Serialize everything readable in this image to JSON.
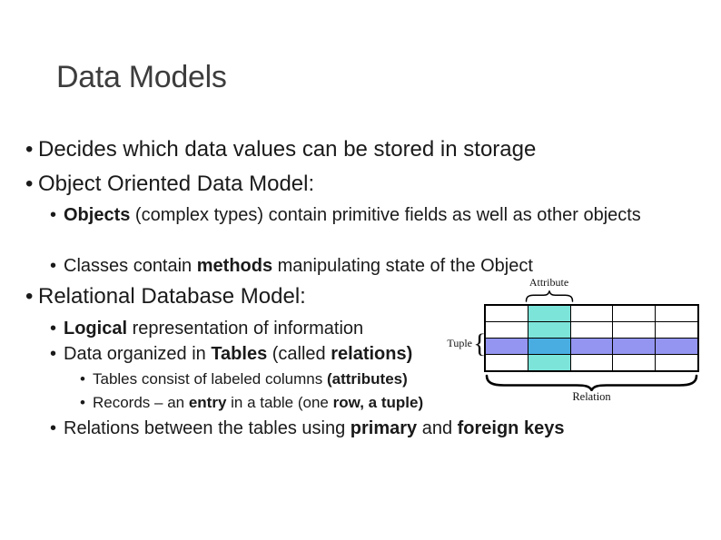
{
  "slide": {
    "title": "Data Models",
    "bullet_glyph": "•",
    "bullets": [
      {
        "level": 1,
        "runs": [
          {
            "text": "Decides which data values can be stored in storage",
            "bold": false
          }
        ]
      },
      {
        "level": 1,
        "runs": [
          {
            "text": "Object Oriented Data Model:",
            "bold": false
          }
        ]
      },
      {
        "level": 2,
        "runs": [
          {
            "text": "Objects",
            "bold": true
          },
          {
            "text": " (complex types) contain primitive fields as well as other objects",
            "bold": false
          }
        ]
      },
      {
        "level": 2,
        "runs": [
          {
            "text": "Classes contain ",
            "bold": false
          },
          {
            "text": "methods",
            "bold": true
          },
          {
            "text": " manipulating state of the Object",
            "bold": false
          }
        ]
      },
      {
        "level": 1,
        "runs": [
          {
            "text": "Relational Database Model:",
            "bold": false
          }
        ]
      },
      {
        "level": 2,
        "runs": [
          {
            "text": "Logical",
            "bold": true
          },
          {
            "text": " representation of information",
            "bold": false
          }
        ]
      },
      {
        "level": 2,
        "runs": [
          {
            "text": "Data organized in ",
            "bold": false
          },
          {
            "text": "Tables",
            "bold": true
          },
          {
            "text": " (called ",
            "bold": false
          },
          {
            "text": "relations)",
            "bold": true
          }
        ]
      },
      {
        "level": 3,
        "runs": [
          {
            "text": "Tables consist of labeled columns ",
            "bold": false
          },
          {
            "text": "(attributes)",
            "bold": true
          }
        ]
      },
      {
        "level": 3,
        "runs": [
          {
            "text": "Records – an ",
            "bold": false
          },
          {
            "text": "entry",
            "bold": true
          },
          {
            "text": " in a table (one ",
            "bold": false
          },
          {
            "text": "row, a tuple)",
            "bold": true
          }
        ]
      },
      {
        "level": 2,
        "runs": [
          {
            "text": "Relations between the tables using ",
            "bold": false
          },
          {
            "text": "primary",
            "bold": true
          },
          {
            "text": " and ",
            "bold": false
          },
          {
            "text": "foreign keys",
            "bold": true
          }
        ]
      }
    ]
  },
  "diagram": {
    "labels": {
      "attribute": "Attribute",
      "tuple": "Tuple",
      "tuple_brace": "{",
      "relation": "Relation"
    },
    "table": {
      "columns": 5,
      "rows": 4,
      "highlight_col": 2,
      "highlight_row": 3
    },
    "colors": {
      "column_highlight": "#7de4da",
      "row_highlight": "#9494f1",
      "intersection": "#49ade2",
      "grid": "#000000"
    }
  }
}
